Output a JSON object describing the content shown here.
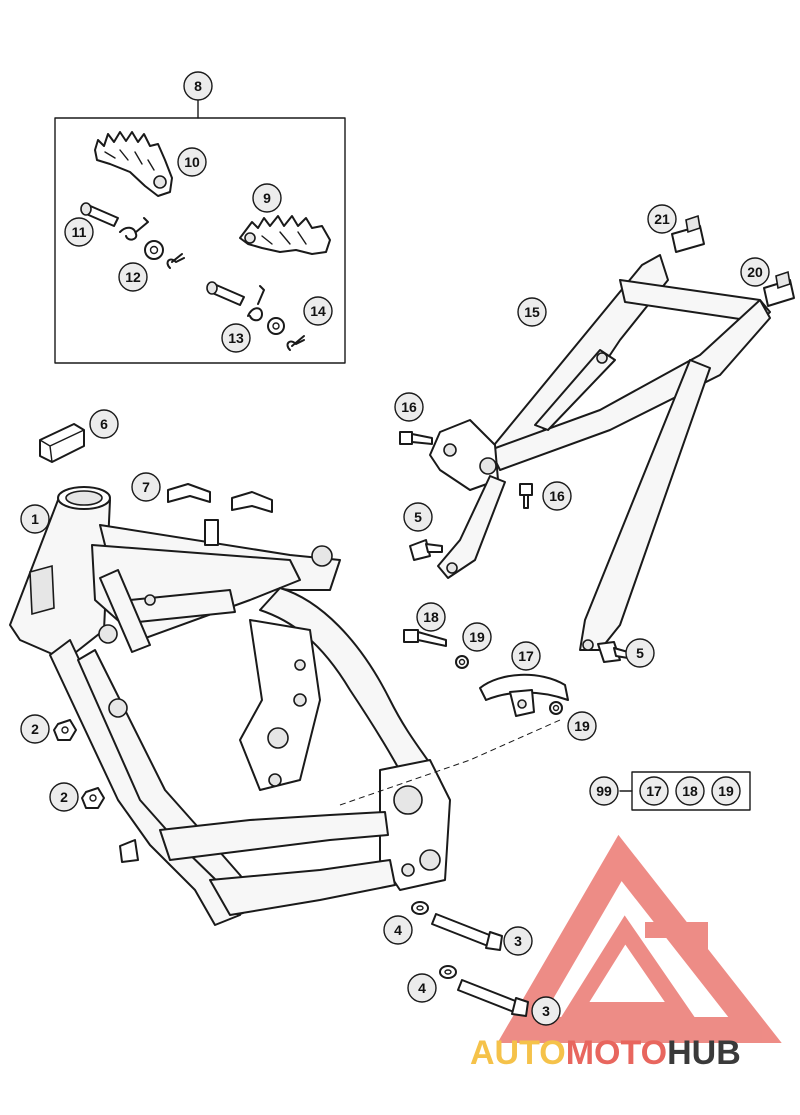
{
  "callouts": {
    "c1": "1",
    "c2a": "2",
    "c2b": "2",
    "c3a": "3",
    "c3b": "3",
    "c4a": "4",
    "c4b": "4",
    "c5a": "5",
    "c5b": "5",
    "c6": "6",
    "c7": "7",
    "c8": "8",
    "c9": "9",
    "c10": "10",
    "c11": "11",
    "c12": "12",
    "c13": "13",
    "c14": "14",
    "c15": "15",
    "c16a": "16",
    "c16b": "16",
    "c17a": "17",
    "c18a": "18",
    "c19a": "19",
    "c19b": "19",
    "c20": "20",
    "c21": "21",
    "c99": "99",
    "c17b": "17",
    "c18b": "18",
    "c19c": "19"
  },
  "watermark": {
    "brand_part1": "AUTO",
    "brand_part2": "MOTO",
    "brand_part3": "HUB",
    "colors": {
      "triangle": "#e8665e",
      "auto": "#f5c24a",
      "moto": "#e8665e",
      "hub": "#3a3a3a"
    }
  }
}
